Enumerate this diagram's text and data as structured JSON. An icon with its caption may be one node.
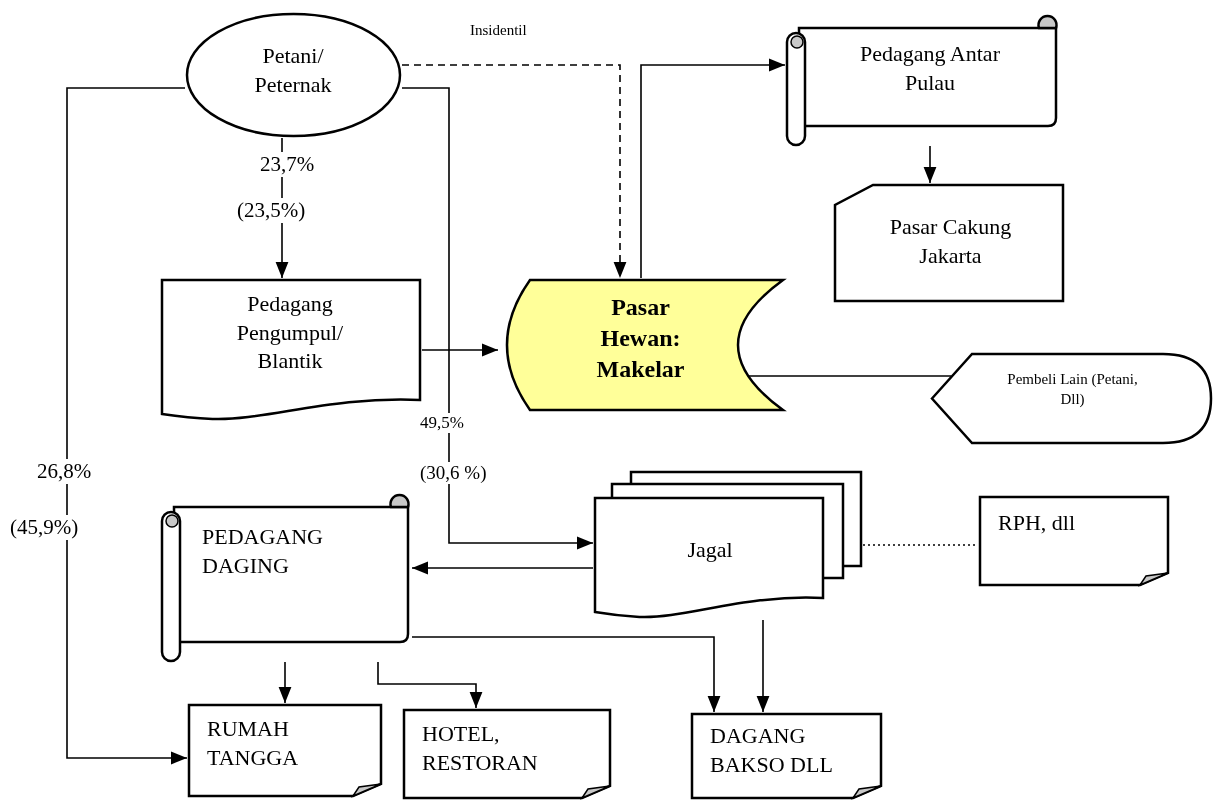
{
  "diagram": {
    "nodes": [
      {
        "text": [
          "Petani/ Peternak"
        ]
      },
      {
        "text": [
          "Pedagang Pengumpul/ Blantik"
        ]
      },
      {
        "text": [
          "Pasar Hewan: Makelar"
        ]
      },
      {
        "text": [
          "Pedagang Antar Pulau"
        ]
      },
      {
        "text": [
          "Pasar Cakung Jakarta"
        ]
      },
      {
        "text": [
          "Pembeli Lain (Petani,  Dll)"
        ]
      },
      {
        "text": [
          "Jagal"
        ]
      },
      {
        "text": [
          "RPH, dll"
        ]
      },
      {
        "text": [
          "PEDAGANG DAGING"
        ]
      },
      {
        "text": [
          "RUMAH TANGGA"
        ]
      },
      {
        "text": [
          "HOTEL, RESTORAN"
        ]
      },
      {
        "text": [
          "DAGANG BAKSO DLL"
        ]
      }
    ],
    "edges": [
      {
        "from": 0,
        "to": 1,
        "arrow": "to"
      },
      {
        "from": 0,
        "to": 9,
        "arrow": "to"
      },
      {
        "from": 0,
        "to": 6,
        "arrow": "to"
      },
      {
        "from": 0,
        "to": 2,
        "arrow": "to",
        "label": "Insidentil",
        "style": "dashed"
      },
      {
        "from": 1,
        "to": 2,
        "arrow": "to"
      },
      {
        "from": 2,
        "to": 3,
        "arrow": "to"
      },
      {
        "from": 3,
        "to": 4,
        "arrow": "to"
      },
      {
        "from": 2,
        "to": 5,
        "arrow": "none"
      },
      {
        "from": 6,
        "to": 8,
        "arrow": "to"
      },
      {
        "from": 6,
        "to": 7,
        "arrow": "none",
        "style": "dashed"
      },
      {
        "from": 8,
        "to": 9,
        "arrow": "to"
      },
      {
        "from": 8,
        "to": 10,
        "arrow": "to"
      },
      {
        "from": 8,
        "to": 11,
        "arrow": "to"
      },
      {
        "from": 6,
        "to": 11,
        "arrow": "to"
      }
    ],
    "labels": [
      "23,7%",
      "(23,5%)",
      "26,8%",
      "(45,9%)",
      "49,5%",
      "(30,6 %)"
    ]
  }
}
